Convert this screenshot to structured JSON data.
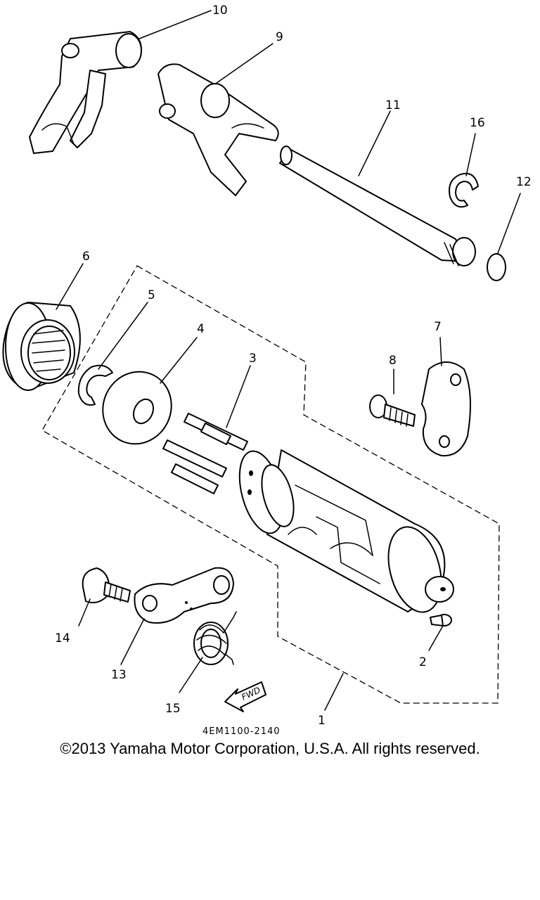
{
  "diagram": {
    "callouts": [
      "10",
      "9",
      "11",
      "16",
      "12",
      "6",
      "5",
      "4",
      "3",
      "7",
      "8",
      "14",
      "13",
      "15",
      "2",
      "1"
    ],
    "drawing_code": "4EM1100-2140",
    "fwd_label": "FWD"
  },
  "footer": {
    "copyright": "©2013 Yamaha Motor Corporation, U.S.A. All rights reserved."
  }
}
